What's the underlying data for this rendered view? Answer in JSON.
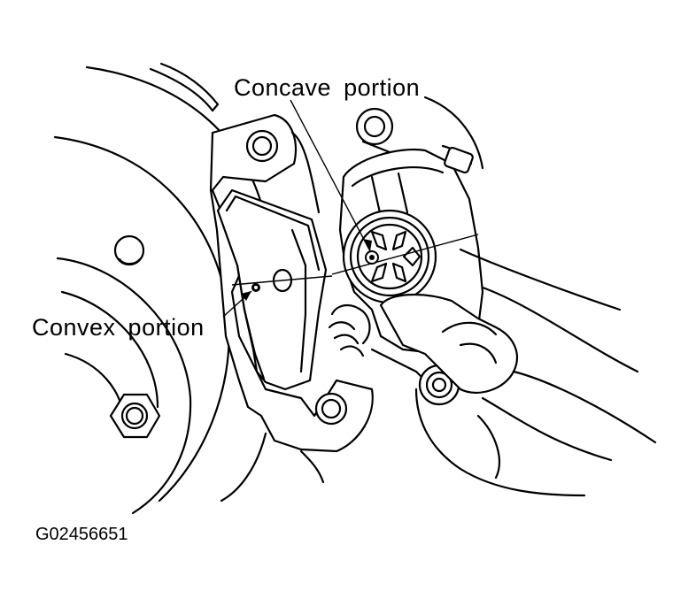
{
  "labels": {
    "concave": "Concave portion",
    "convex": "Convex portion"
  },
  "figure_code": "G02456651",
  "colors": {
    "line": "#000000",
    "background": "#ffffff"
  }
}
